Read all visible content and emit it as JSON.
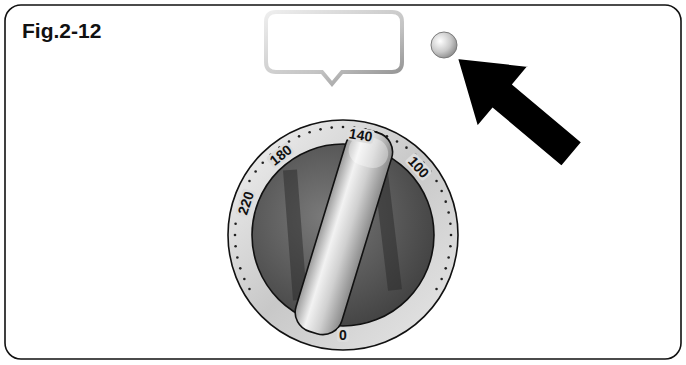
{
  "diagram": {
    "labels": [
      "Fig.2-12",
      "220",
      "180",
      "140",
      "100",
      "0"
    ]
  }
}
